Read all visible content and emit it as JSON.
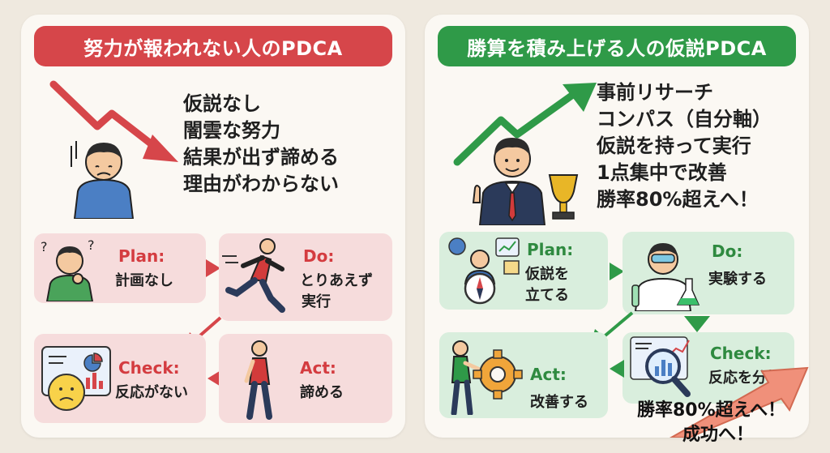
{
  "left": {
    "header": "努力が報われない人のPDCA",
    "statements": [
      "仮説なし",
      "闇雲な努力",
      "結果が出ず諦める",
      "理由がわからない"
    ],
    "steps": {
      "plan": {
        "title": "Plan:",
        "desc": [
          "計画なし"
        ]
      },
      "do": {
        "title": "Do:",
        "desc": [
          "とりあえず",
          "実行"
        ]
      },
      "check": {
        "title": "Check:",
        "desc": [
          "反応がない"
        ]
      },
      "act": {
        "title": "Act:",
        "desc": [
          "諦める"
        ]
      }
    }
  },
  "right": {
    "header": "勝算を積み上げる人の仮説PDCA",
    "statements": [
      "事前リサーチ",
      "コンパス（自分軸）",
      "仮説を持って実行",
      "1点集中で改善",
      "勝率80%超えへ！"
    ],
    "steps": {
      "plan": {
        "title": "Plan:",
        "desc": [
          "仮説を",
          "立てる"
        ]
      },
      "do": {
        "title": "Do:",
        "desc": [
          "実験する"
        ]
      },
      "check": {
        "title": "Check:",
        "desc": [
          "反応を分析"
        ]
      },
      "act": {
        "title": "Act:",
        "desc": [
          "改善する"
        ]
      }
    },
    "overlay": [
      "勝率80%超えへ！",
      "成功へ！"
    ]
  },
  "colors": {
    "red": "#d6464a",
    "green": "#2f9a48",
    "pink_box": "#f6dcdc",
    "mint_box": "#d9eedd",
    "background": "#efe9df"
  },
  "icons": [
    "down-trend-arrow-icon",
    "sad-man-icon",
    "up-trend-arrow-icon",
    "businessman-trophy-icon",
    "confused-man-icon",
    "running-man-icon",
    "sad-face-chart-icon",
    "walking-man-icon",
    "compass-planning-icon",
    "scientist-icon",
    "magnifier-chart-icon",
    "gear-pushing-man-icon",
    "big-success-arrow-icon"
  ]
}
